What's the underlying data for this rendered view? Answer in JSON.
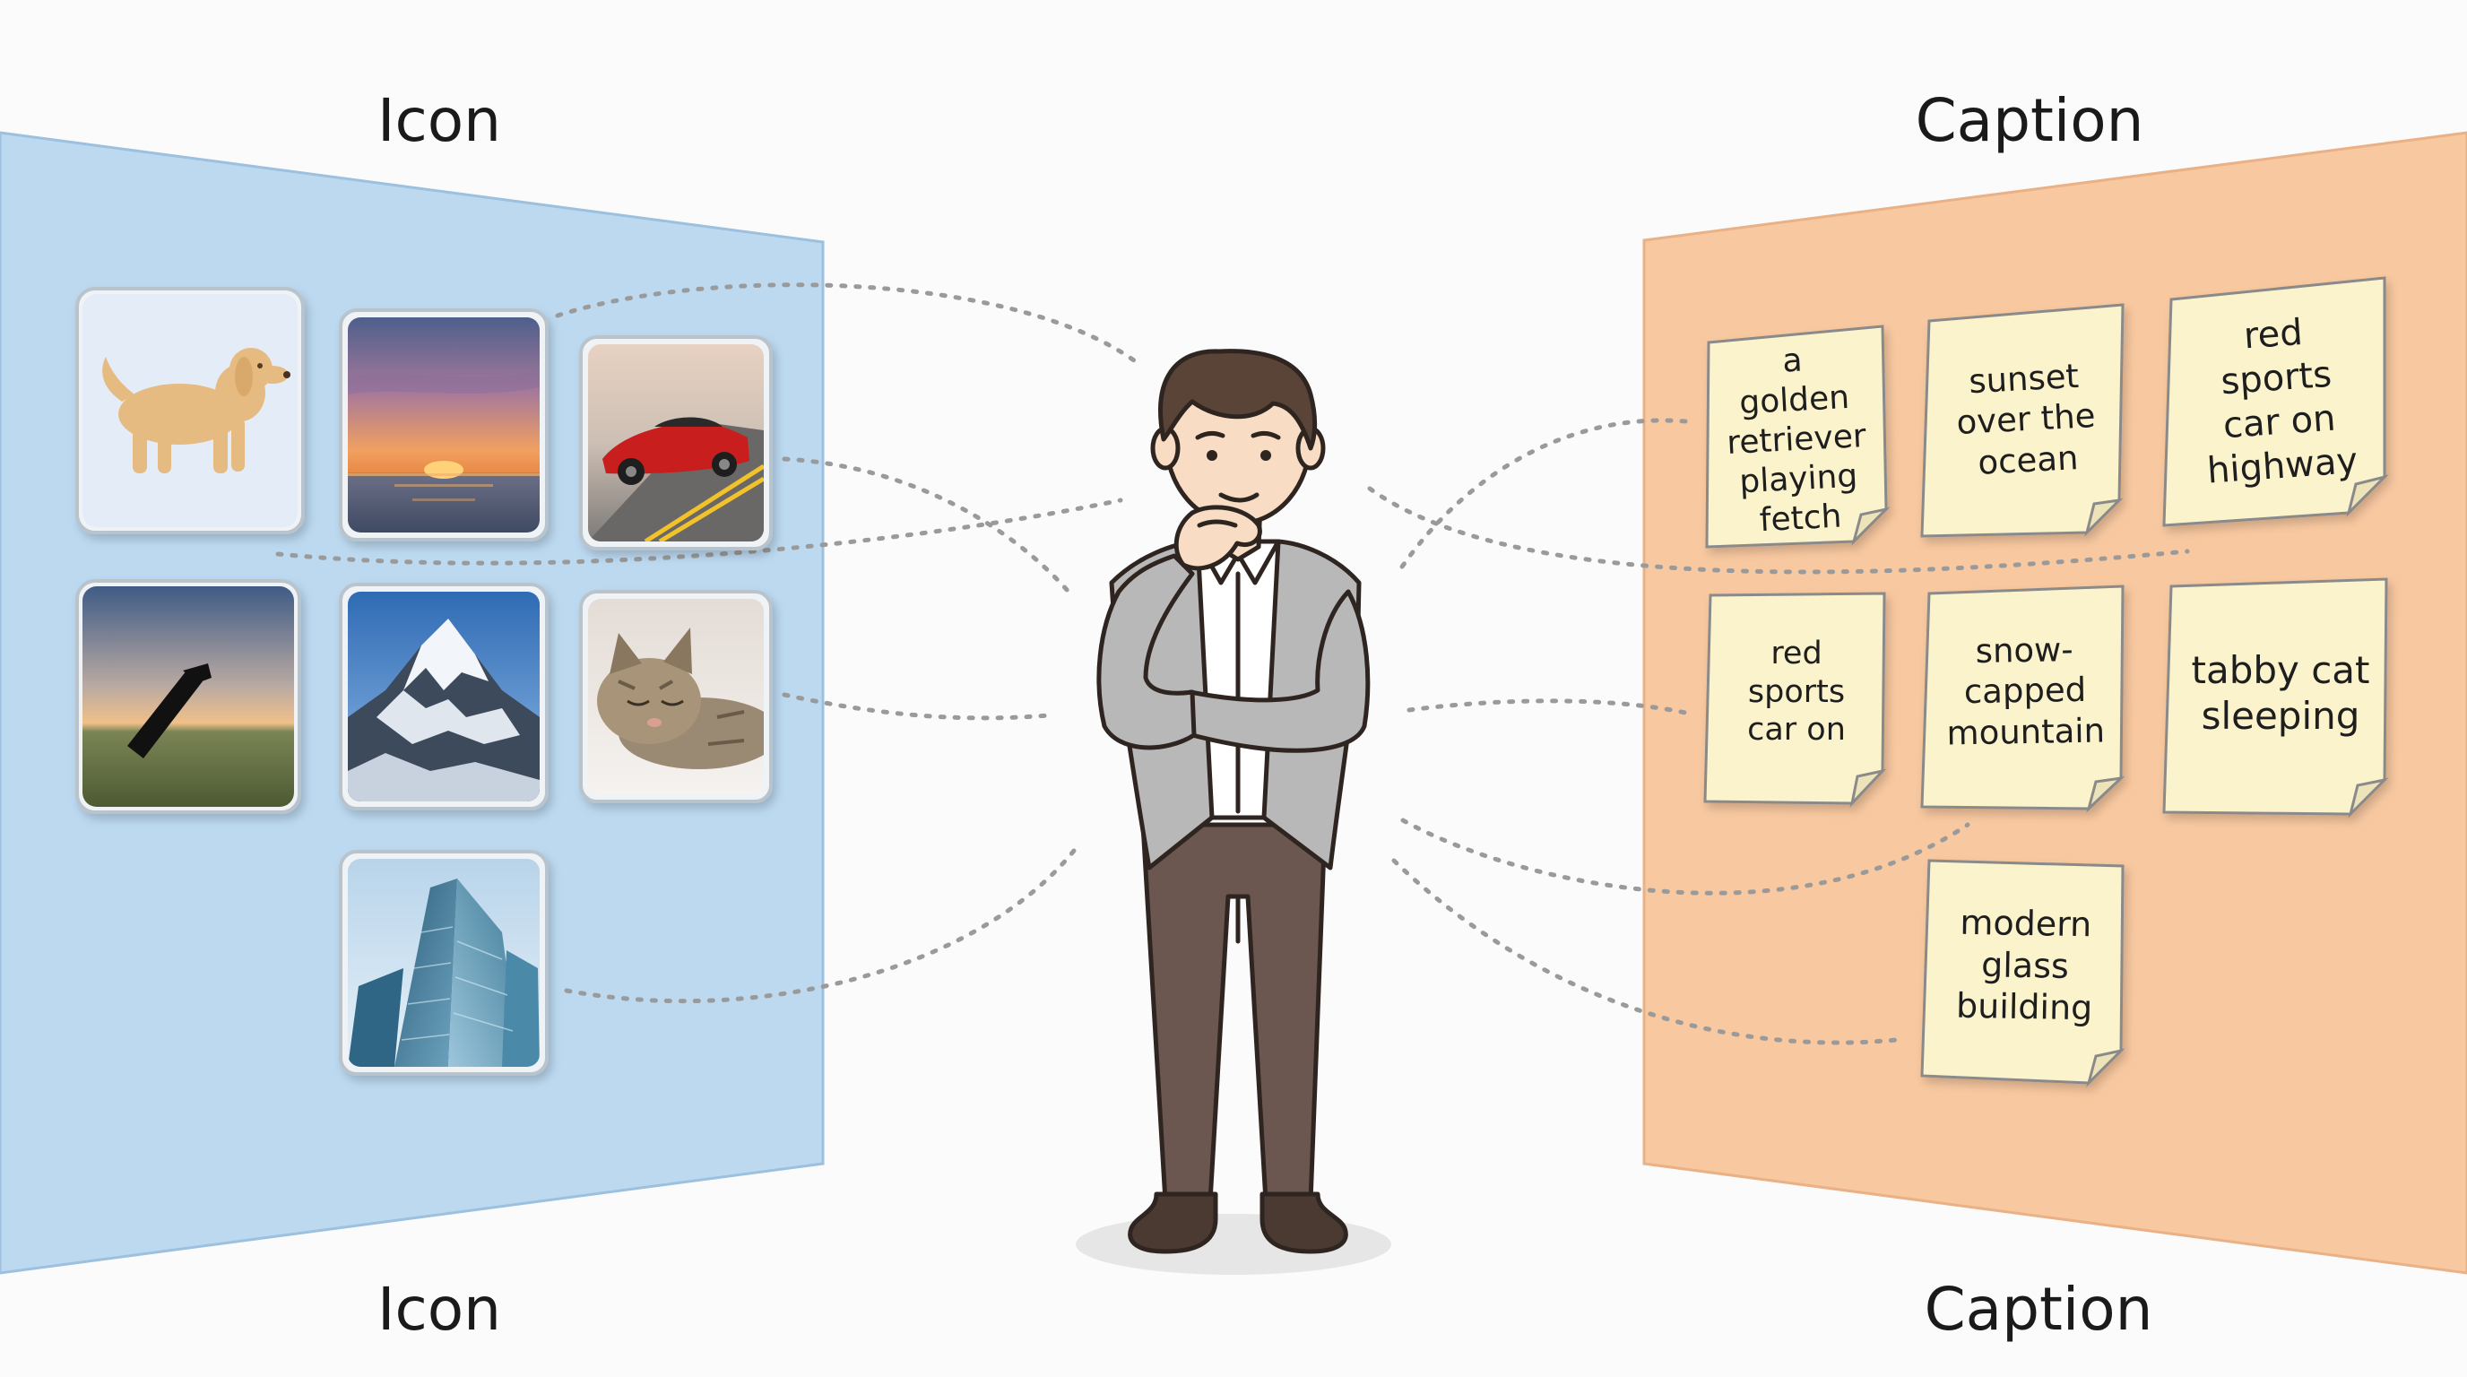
{
  "labels": {
    "top_left": "Icon",
    "bottom_left": "Icon",
    "top_right": "Caption",
    "bottom_right": "Caption"
  },
  "left_panel": {
    "color": "#bcd9f0",
    "icons": [
      {
        "name": "golden-retriever-icon"
      },
      {
        "name": "ocean-sunset-icon"
      },
      {
        "name": "red-sports-car-icon"
      },
      {
        "name": "field-sunset-icon"
      },
      {
        "name": "snow-mountain-icon"
      },
      {
        "name": "sleeping-cat-icon"
      },
      {
        "name": "glass-building-icon"
      }
    ]
  },
  "right_panel": {
    "color": "#f8c8a0",
    "notes": [
      {
        "text": "a golden retriever playing fetch"
      },
      {
        "text": "sunset over the ocean"
      },
      {
        "text": "red sports car on highway"
      },
      {
        "text": "red sports car on"
      },
      {
        "text": "snow-capped mountain"
      },
      {
        "text": "tabby cat sleeping"
      },
      {
        "text": "modern glass building"
      }
    ]
  },
  "colors": {
    "note": "#fbf3cc",
    "connector": "#9a9a9a",
    "person_shirt": "#b8b8b8",
    "person_pants": "#6b5650"
  }
}
